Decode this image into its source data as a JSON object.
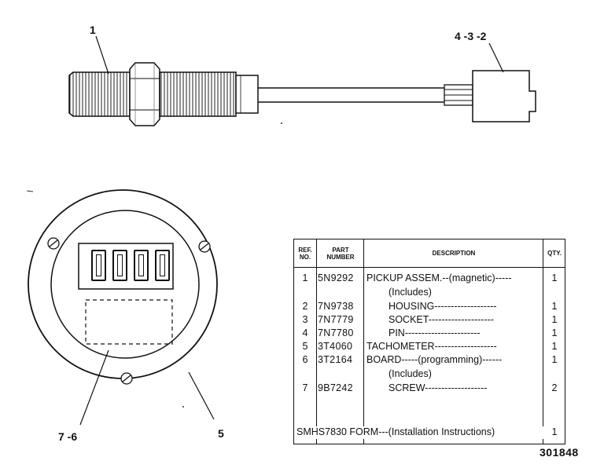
{
  "callouts": {
    "c1": "1",
    "c432": "4 -3 -2",
    "c76": "7 -6",
    "c5": "5"
  },
  "tachometer": {
    "digits": [
      "0",
      "0",
      "0",
      "0"
    ]
  },
  "table": {
    "headers": {
      "ref": "REF. NO.",
      "part": "PART NUMBER",
      "desc": "DESCRIPTION",
      "qty": "QTY."
    },
    "rows": [
      {
        "ref": "1",
        "part": "5N9292",
        "desc": "PICKUP ASSEM.--(magnetic)-----",
        "qty": "1"
      },
      {
        "ref": "",
        "part": "",
        "desc": "(Includes)",
        "qty": ""
      },
      {
        "ref": "2",
        "part": "7N9738",
        "desc": "HOUSING-------------------",
        "qty": "1"
      },
      {
        "ref": "3",
        "part": "7N7779",
        "desc": "SOCKET--------------------",
        "qty": "1"
      },
      {
        "ref": "4",
        "part": "7N7780",
        "desc": "PIN-----------------------",
        "qty": "1"
      },
      {
        "ref": "5",
        "part": "3T4060",
        "desc": "TACHOMETER-------------------",
        "qty": "1"
      },
      {
        "ref": "6",
        "part": "3T2164",
        "desc": "BOARD-----(programming)------",
        "qty": "1"
      },
      {
        "ref": "",
        "part": "",
        "desc": "(Includes)",
        "qty": ""
      },
      {
        "ref": "7",
        "part": "9B7242",
        "desc": "SCREW-------------------",
        "qty": "2"
      }
    ],
    "last_row": {
      "full": "SMHS7830 FORM---(Installation Instructions)",
      "qty": "1"
    }
  },
  "figure_number": "301848"
}
